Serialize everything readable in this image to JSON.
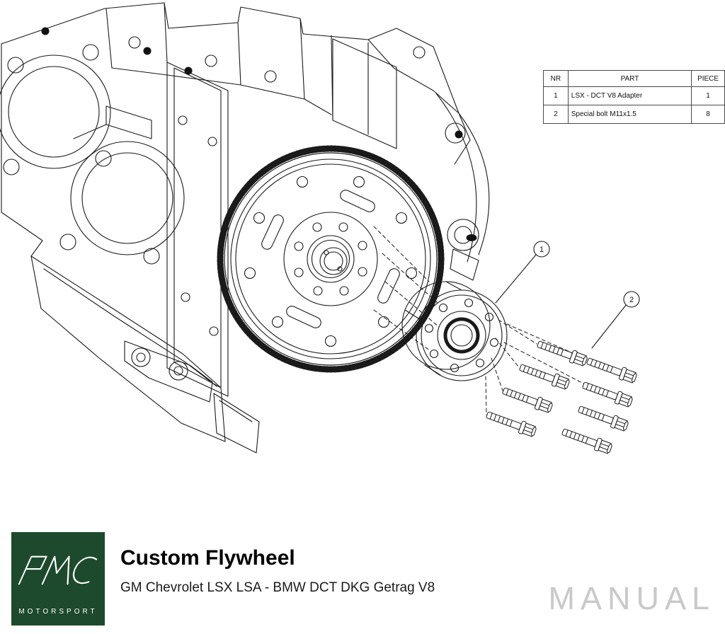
{
  "drawing": {
    "callouts": [
      {
        "label": "1"
      },
      {
        "label": "2"
      }
    ]
  },
  "parts_table": {
    "headers": {
      "nr": "NR",
      "part": "PART",
      "piece": "PIECE"
    },
    "rows": [
      {
        "nr": "1",
        "part": "LSX - DCT V8 Adapter",
        "piece": "1"
      },
      {
        "nr": "2",
        "part": "Special bolt M11x1.5",
        "piece": "8"
      }
    ]
  },
  "footer": {
    "logo": {
      "brand": "MOTORSPORT"
    },
    "title": "Custom Flywheel",
    "subtitle": "GM Chevrolet LSX LSA - BMW DCT DKG Getrag V8",
    "manual_label": "MANUAL"
  },
  "colors": {
    "logo_green": "#1d4a2c",
    "manual_gray": "#c9c9c9",
    "line_black": "#111111"
  }
}
